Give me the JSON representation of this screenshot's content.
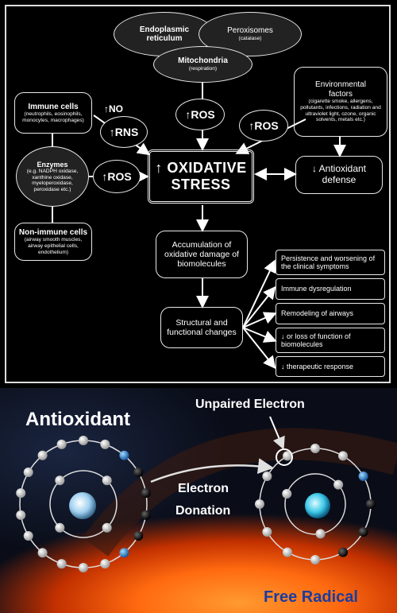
{
  "diagram": {
    "ellipses": {
      "er": {
        "title": "Endoplasmic reticulum"
      },
      "peroxisomes": {
        "title": "Peroxisomes",
        "sub": "(catalase)"
      },
      "mitochondria": {
        "title": "Mitochondria",
        "sub": "(respiration)"
      }
    },
    "immune": {
      "title": "Immune cells",
      "sub": "(neutrophils, eosinophils, monocytes, macrophages)"
    },
    "enzymes": {
      "title": "Enzymes",
      "sub": "(e.g. NADPH oxidase, xanthine oxidase, myeloperoxidase, peroxidase etc.)"
    },
    "nonimmune": {
      "title": "Non-immune cells",
      "sub": "(airway smooth muscles, airway epithelial cells, endothelium)"
    },
    "environment": {
      "title": "Environmental factors",
      "sub": "(cigarette smoke, allergens, pollutants, infections, radiation and ultraviolet light, ozone, organic solvents, metals etc.)"
    },
    "ros_mito": "↑ROS",
    "ros_env": "↑ROS",
    "ros_enz": "↑ROS",
    "rns": "↑RNS",
    "no": "↑NO",
    "oxidative_1": "↑ OXIDATIVE",
    "oxidative_2": "STRESS",
    "antioxidant_defense": "↓ Antioxidant defense",
    "accumulation": "Accumulation of oxidative damage of biomolecules",
    "structural": "Structural and functional changes",
    "outcomes": [
      "Persistence and worsening of the clinical symptoms",
      "Immune dysregulation",
      "Remodeling of airways",
      "↓ or loss of function of biomolecules",
      "↓ therapeutic response"
    ]
  },
  "photo": {
    "antioxidant": "Antioxidant",
    "unpaired": "Unpaired Electron",
    "donation_1": "Electron",
    "donation_2": "Donation",
    "free_radical": "Free Radical"
  }
}
